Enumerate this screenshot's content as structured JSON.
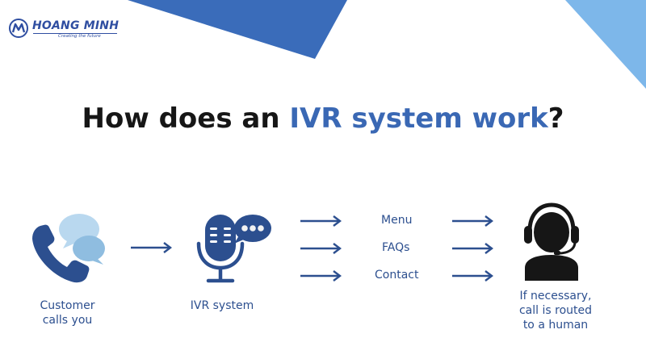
{
  "brand": {
    "name": "HOANG MINH",
    "tagline": "Creating the future"
  },
  "headline": {
    "part1": "How does an ",
    "accent": "IVR system work",
    "part2": "?"
  },
  "steps": {
    "customer": {
      "line1": "Customer",
      "line2": "calls you"
    },
    "ivr": {
      "label": "IVR system"
    },
    "options": [
      "Menu",
      "FAQs",
      "Contact"
    ],
    "human": {
      "line1": "If necessary,",
      "line2": "call is routed",
      "line3": "to a human"
    }
  },
  "colors": {
    "primary": "#2c4f8f",
    "accent": "#3a68b4",
    "light": "#8fbde0",
    "dark": "#161616"
  },
  "icons": [
    "phone-icon",
    "chat-bubbles-icon",
    "microphone-icon",
    "speech-bubble-icon",
    "headset-agent-icon",
    "arrow-right-icon"
  ]
}
